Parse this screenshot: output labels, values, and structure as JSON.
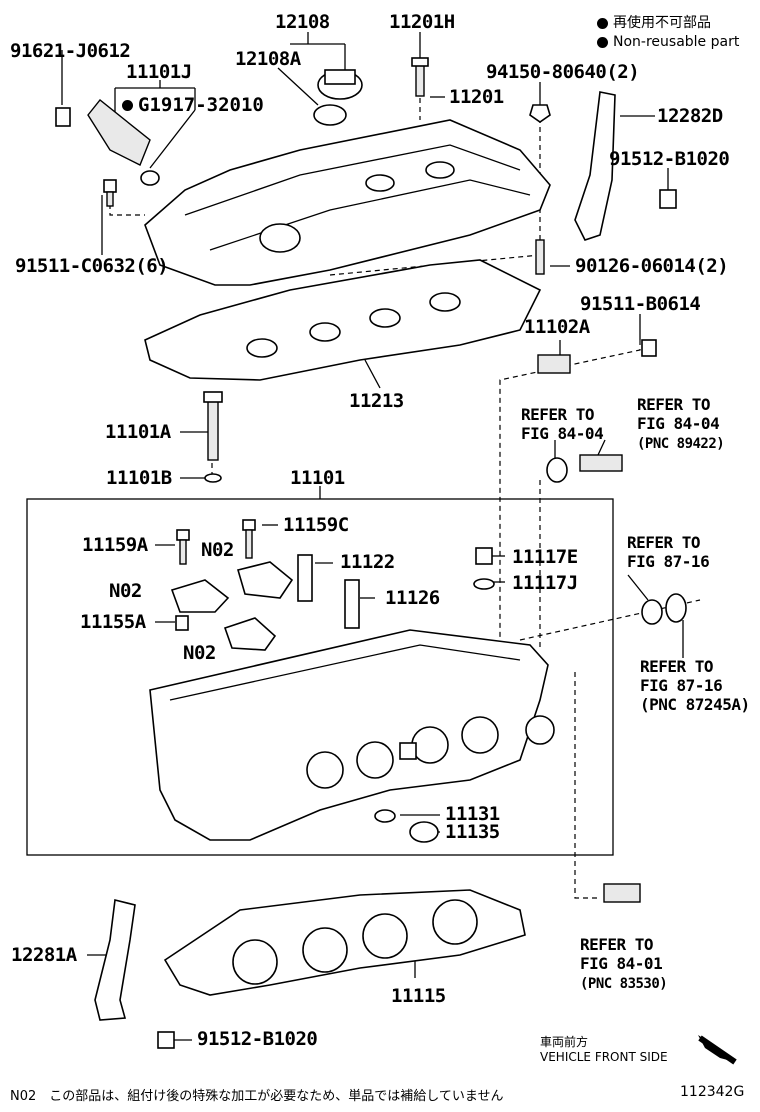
{
  "legend": {
    "non_reusable_jp": "再使用不可部品",
    "non_reusable_en": "Non-reusable part"
  },
  "parts": {
    "p12108": "12108",
    "p12108A": "12108A",
    "p11201H": "11201H",
    "p91621": "91621-J0612",
    "p11101J": "11101J",
    "pG1917": "G1917-32010",
    "p11201": "11201",
    "p94150": "94150-80640(2)",
    "p12282D": "12282D",
    "p91512a": "91512-B1020",
    "p91511c": "91511-C0632(6)",
    "p90126": "90126-06014(2)",
    "p91511b": "91511-B0614",
    "p11102A": "11102A",
    "p11213": "11213",
    "p11101A": "11101A",
    "p11101B": "11101B",
    "p11101": "11101",
    "p11159A": "11159A",
    "pN02a": "N02",
    "p11159C": "11159C",
    "p11122": "11122",
    "p11117E": "11117E",
    "p11117J": "11117J",
    "pN02b": "N02",
    "p11126": "11126",
    "p11155A": "11155A",
    "pN02c": "N02",
    "p11131": "11131",
    "p11135": "11135",
    "p12281A": "12281A",
    "p11115": "11115",
    "p91512b": "91512-B1020"
  },
  "refs": {
    "r1_l1": "REFER TO",
    "r1_l2": "FIG 84-04",
    "r2_l1": "REFER TO",
    "r2_l2": "FIG 84-04",
    "r2_l3": "(PNC 89422)",
    "r3_l1": "REFER TO",
    "r3_l2": "FIG 87-16",
    "r4_l1": "REFER TO",
    "r4_l2": "FIG 87-16",
    "r4_l3": "(PNC 87245A)",
    "r5_l1": "REFER TO",
    "r5_l2": "FIG 84-01",
    "r5_l3": "(PNC 83530)"
  },
  "front": {
    "jp": "車両前方",
    "en": "VEHICLE FRONT SIDE"
  },
  "footer": {
    "note": "N02　この部品は、組付け後の特殊な加工が必要なため、単品では補給していません",
    "code": "112342G"
  }
}
